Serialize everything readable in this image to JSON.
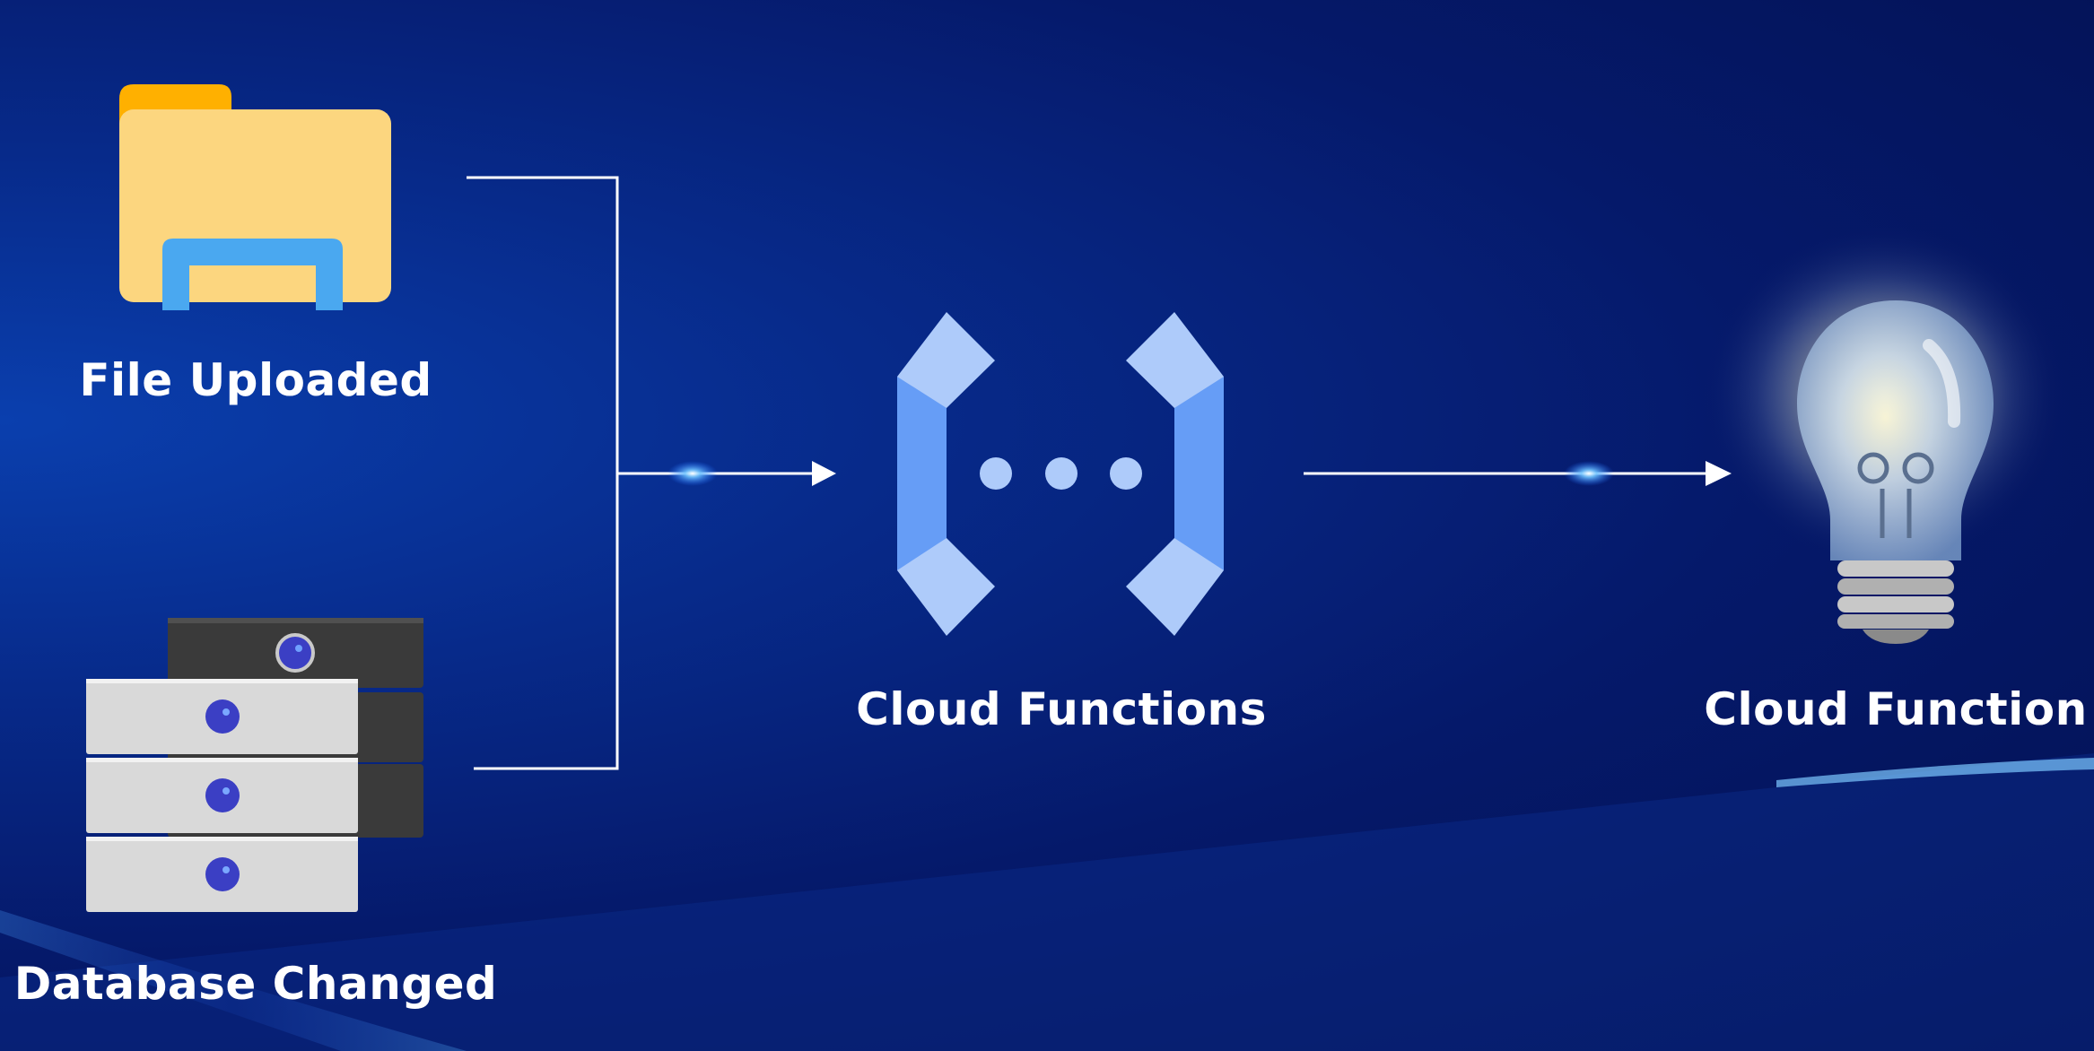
{
  "diagram": {
    "nodes": {
      "file_uploaded": {
        "label": "File Uploaded",
        "icon": "folder-icon"
      },
      "database_changed": {
        "label": "Database Changed",
        "icon": "database-server-icon"
      },
      "cloud_functions": {
        "label": "Cloud Functions",
        "icon": "cloud-functions-icon"
      },
      "cloud_function": {
        "label": "Cloud Function",
        "icon": "lightbulb-icon"
      }
    },
    "edges": [
      {
        "from": "file_uploaded",
        "to": "cloud_functions"
      },
      {
        "from": "database_changed",
        "to": "cloud_functions"
      },
      {
        "from": "cloud_functions",
        "to": "cloud_function"
      }
    ]
  },
  "colors": {
    "background": "#05196a",
    "folder_body": "#fcd67f",
    "folder_tab": "#ffb000",
    "folder_accent": "#4aa8f0",
    "server_light": "#d9d9d9",
    "server_dark": "#3a3a3a",
    "server_led": "#3b3fc4",
    "cf_light": "#aecbfa",
    "cf_dark": "#669df6",
    "connector": "#ffffff"
  }
}
